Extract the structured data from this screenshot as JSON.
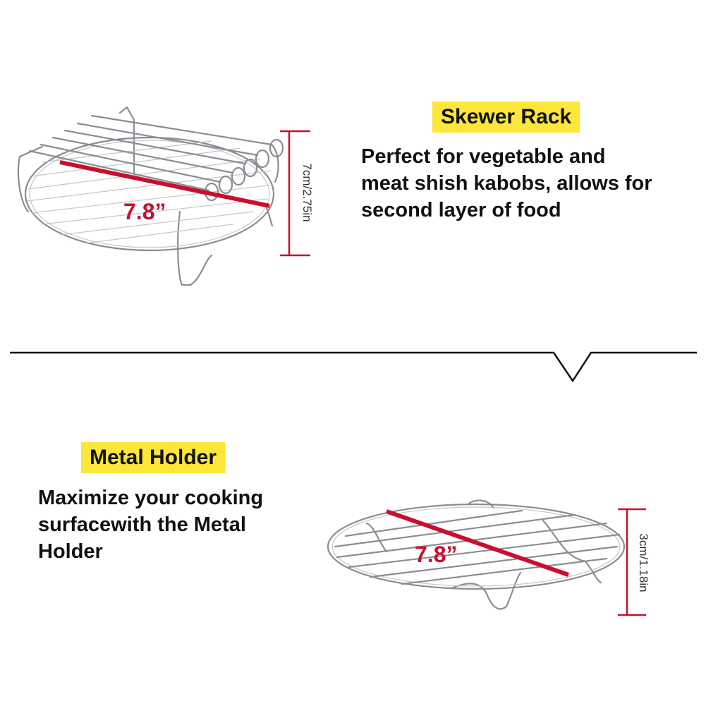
{
  "top": {
    "badge": "Skewer Rack",
    "desc_lines": [
      "Perfect for vegetable and",
      "meat shish kabobs, allows for",
      "second layer of food"
    ],
    "diameter": "7.8”",
    "height": "7cm/2.75in"
  },
  "bottom": {
    "badge": "Metal Holder",
    "desc_lines": [
      "Maximize your cooking",
      "surfacewith the Metal",
      "Holder"
    ],
    "diameter": "7.8”",
    "height": "3cm/1.18in"
  },
  "colors": {
    "badge": "#fce63a",
    "measure": "#c8102e",
    "wire": "#8a8d92"
  },
  "icons": [
    "chevron-down-icon"
  ]
}
